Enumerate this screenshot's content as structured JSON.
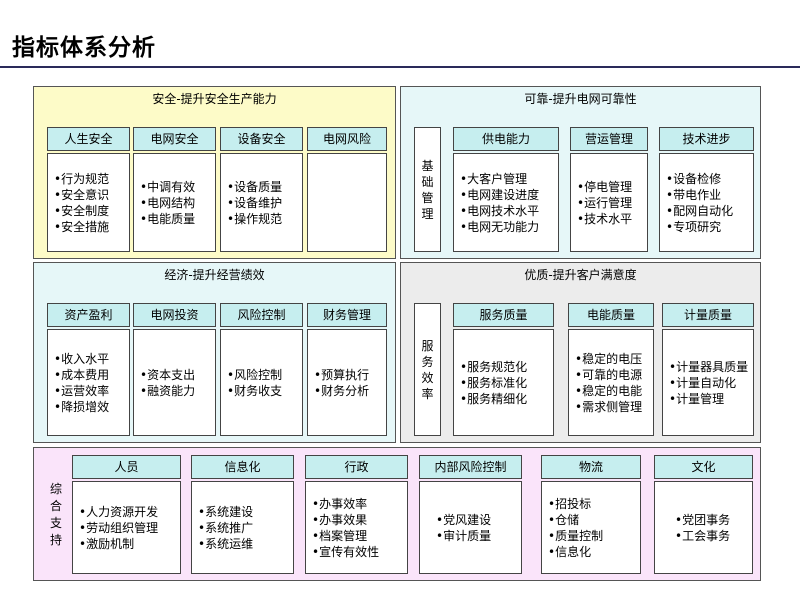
{
  "page_title": "指标体系分析",
  "colors": {
    "safety": "#fdfbc8",
    "reliability": "#e6f7f8",
    "economy": "#e6f7f8",
    "quality": "#ececec",
    "support": "#fae4fa",
    "header_cyan": "#c6eeef",
    "rule": "#2a2a5a"
  },
  "safety": {
    "title": "安全-提升安全生产能力",
    "groups": [
      {
        "label": "人生安全",
        "items": [
          "•行为规范",
          "•安全意识",
          "•安全制度",
          "•安全措施"
        ]
      },
      {
        "label": "电网安全",
        "items": [
          "•中调有效",
          "•电网结构",
          "•电能质量"
        ]
      },
      {
        "label": "设备安全",
        "items": [
          "•设备质量",
          "•设备维护",
          "•操作规范"
        ]
      },
      {
        "label": "电网风险",
        "items": []
      }
    ]
  },
  "reliability": {
    "title": "可靠-提升电网可靠性",
    "side_label": "基础管理",
    "groups": [
      {
        "label": "供电能力",
        "items": [
          "•大客户管理",
          "•电网建设进度",
          "•电网技术水平",
          "•电网无功能力"
        ]
      },
      {
        "label": "营运管理",
        "items": [
          "•停电管理",
          "•运行管理",
          "•技术水平"
        ]
      },
      {
        "label": "技术进步",
        "items": [
          "•设备检修",
          "•带电作业",
          "•配网自动化",
          "•专项研究"
        ]
      }
    ]
  },
  "economy": {
    "title": "经济-提升经营绩效",
    "groups": [
      {
        "label": "资产盈利",
        "items": [
          "•收入水平",
          "•成本费用",
          "•运营效率",
          "•降损增效"
        ]
      },
      {
        "label": "电网投资",
        "items": [
          "•资本支出",
          "•融资能力"
        ]
      },
      {
        "label": "风险控制",
        "items": [
          "•风险控制",
          "•财务收支"
        ]
      },
      {
        "label": "财务管理",
        "items": [
          "•预算执行",
          "•财务分析"
        ]
      }
    ]
  },
  "quality": {
    "title": "优质-提升客户满意度",
    "side_label": "服务效率",
    "groups": [
      {
        "label": "服务质量",
        "items": [
          "•服务规范化",
          "•服务标准化",
          "•服务精细化"
        ]
      },
      {
        "label": "电能质量",
        "items": [
          "•稳定的电压",
          "•可靠的电源",
          "•稳定的电能",
          "•需求侧管理"
        ]
      },
      {
        "label": "计量质量",
        "items": [
          "•计量器具质量",
          "•计量自动化",
          "•计量管理"
        ]
      }
    ]
  },
  "support": {
    "side_label": "综合支持",
    "groups": [
      {
        "label": "人员",
        "items": [
          "•人力资源开发",
          "•劳动组织管理",
          "•激励机制"
        ]
      },
      {
        "label": "信息化",
        "items": [
          "•系统建设",
          "•系统推广",
          "•系统运维"
        ]
      },
      {
        "label": "行政",
        "items": [
          "•办事效率",
          "•办事效果",
          "•档案管理",
          "•宣传有效性"
        ]
      },
      {
        "label": "内部风险控制",
        "items": [
          "•党风建设",
          "•审计质量"
        ]
      },
      {
        "label": "物流",
        "items": [
          "•招投标",
          "•仓储",
          "•质量控制",
          "•信息化"
        ]
      },
      {
        "label": "文化",
        "items": [
          "•党团事务",
          "•工会事务"
        ]
      }
    ]
  }
}
